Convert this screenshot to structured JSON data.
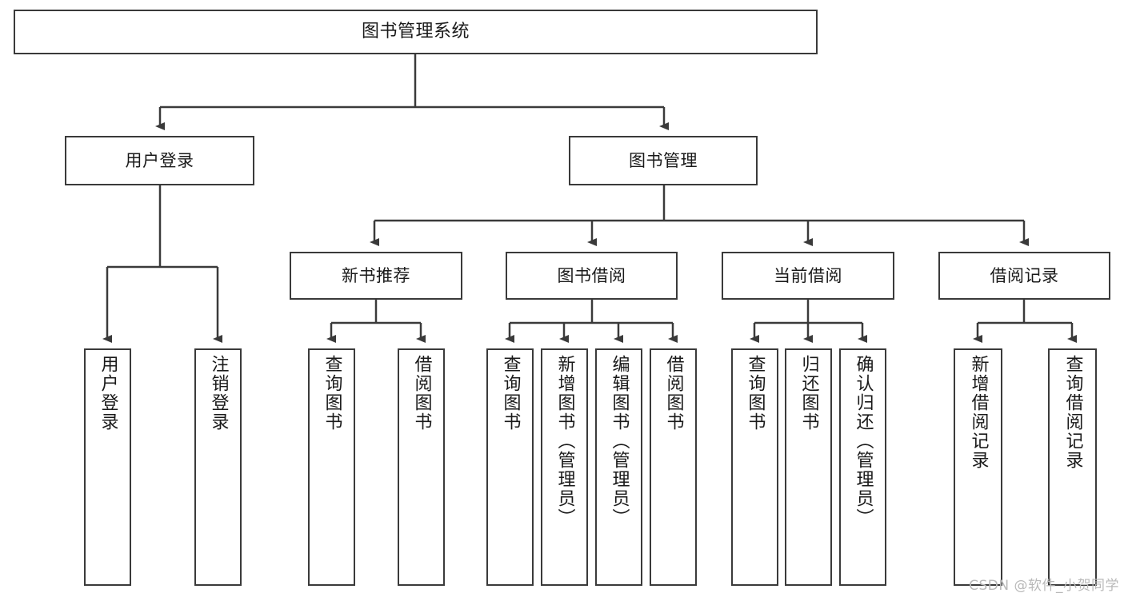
{
  "diagram": {
    "title": "图书管理系统",
    "watermark": "CSDN @软件_小贺同学",
    "colors": {
      "stroke": "#3a3a3a",
      "text": "#1a1a1a",
      "background": "#ffffff",
      "watermark": "#b9b9b9"
    },
    "nodes": {
      "root": {
        "label": "图书管理系统"
      },
      "level2": [
        {
          "id": "user-login",
          "label": "用户登录"
        },
        {
          "id": "book-management",
          "label": "图书管理"
        }
      ],
      "level3": [
        {
          "id": "new-book-recommend",
          "label": "新书推荐"
        },
        {
          "id": "book-borrow",
          "label": "图书借阅"
        },
        {
          "id": "current-borrow",
          "label": "当前借阅"
        },
        {
          "id": "borrow-record",
          "label": "借阅记录"
        }
      ],
      "leaves": {
        "user_login": [
          {
            "id": "leaf-user-login",
            "label": "用户登录"
          },
          {
            "id": "leaf-logout-login",
            "label": "注销登录"
          }
        ],
        "new_book_recommend": [
          {
            "id": "leaf-query-book-1",
            "label": "查询图书"
          },
          {
            "id": "leaf-borrow-book-1",
            "label": "借阅图书"
          }
        ],
        "book_borrow": [
          {
            "id": "leaf-query-book-2",
            "label": "查询图书"
          },
          {
            "id": "leaf-add-book",
            "label": "新增图书（管理员）"
          },
          {
            "id": "leaf-edit-book",
            "label": "编辑图书（管理员）"
          },
          {
            "id": "leaf-borrow-book-2",
            "label": "借阅图书"
          }
        ],
        "current_borrow": [
          {
            "id": "leaf-query-book-3",
            "label": "查询图书"
          },
          {
            "id": "leaf-return-book",
            "label": "归还图书"
          },
          {
            "id": "leaf-confirm-return",
            "label": "确认归还（管理员）"
          }
        ],
        "borrow_record": [
          {
            "id": "leaf-add-record",
            "label": "新增借阅记录"
          },
          {
            "id": "leaf-query-record",
            "label": "查询借阅记录"
          }
        ]
      }
    }
  }
}
